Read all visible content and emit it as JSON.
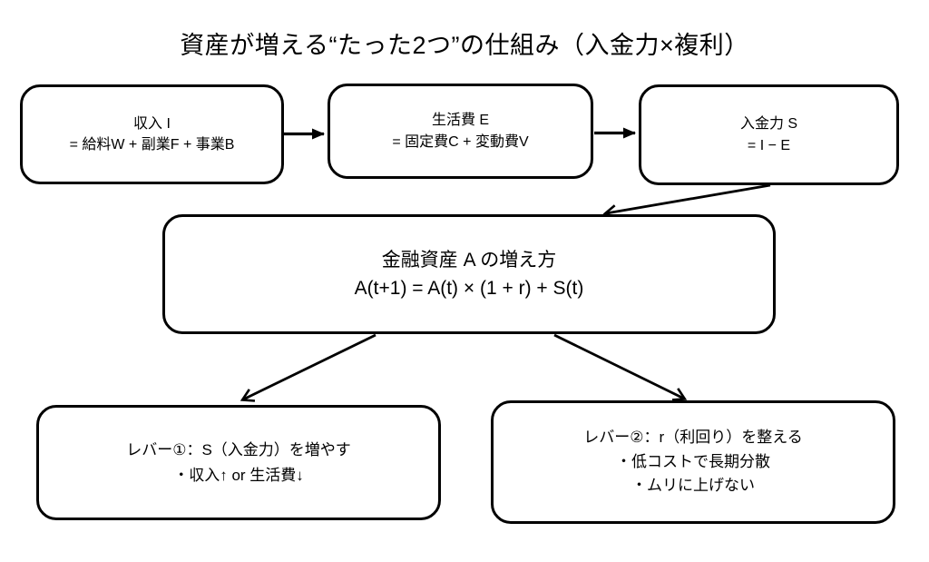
{
  "title": "資産が増える“たった2つ”の仕組み（入金力×複利）",
  "nodes": {
    "income": {
      "lines": [
        "収入 I",
        "= 給料W + 副業F + 事業B"
      ]
    },
    "expense": {
      "lines": [
        "生活費 E",
        "= 固定費C + 変動費V"
      ]
    },
    "savings": {
      "lines": [
        "入金力 S",
        "= I − E"
      ]
    },
    "asset": {
      "lines": [
        "金融資産 A の増え方",
        "A(t+1) = A(t) × (1 + r) + S(t)"
      ]
    },
    "lever1": {
      "lines": [
        "レバー①：S（入金力）を増やす",
        "・収入↑ or 生活費↓"
      ]
    },
    "lever2": {
      "lines": [
        "レバー②：r（利回り）を整える",
        "・低コストで長期分散",
        "・ムリに上げない"
      ]
    }
  },
  "edges": [
    {
      "from": "income",
      "to": "expense"
    },
    {
      "from": "expense",
      "to": "savings"
    },
    {
      "from": "savings",
      "to": "asset"
    },
    {
      "from": "asset",
      "to": "lever1"
    },
    {
      "from": "asset",
      "to": "lever2"
    }
  ],
  "colors": {
    "stroke": "#000000",
    "background": "#ffffff",
    "text": "#000000"
  }
}
